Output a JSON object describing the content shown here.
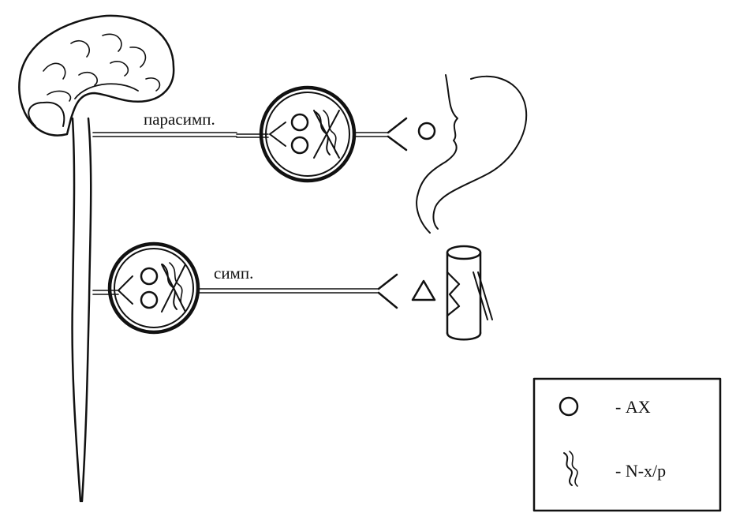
{
  "labels": {
    "parasympathetic": "парасимп.",
    "sympathetic": "симп."
  },
  "legend": {
    "items": [
      {
        "icon": "circle-icon",
        "text": "- АХ"
      },
      {
        "icon": "receptor-icon",
        "text": "- N-х/р"
      }
    ]
  },
  "colors": {
    "ink": "#111111",
    "background": "#ffffff"
  }
}
